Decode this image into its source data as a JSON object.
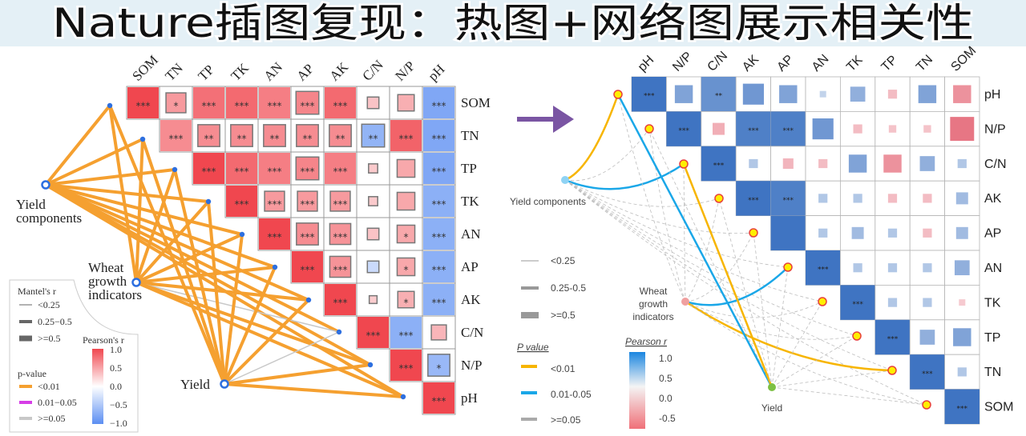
{
  "title": "Nature插图复现：热图+网络图展示相关性",
  "colors": {
    "left_pos": "#f0474f",
    "left_neg": "#5b8ef2",
    "right_pos": "#3f74c2",
    "right_neg": "#e25a6b",
    "orange": "#f5a030",
    "magenta": "#d63ee6",
    "grey": "#c8c8c8",
    "right_orange": "#f7b500",
    "right_blue": "#1aa7e8",
    "arrow": "#7a55a3",
    "overlay": "#dcecf4"
  },
  "chart_data": [
    {
      "type": "heatmap",
      "name": "left",
      "variables": [
        "SOM",
        "TN",
        "TP",
        "TK",
        "AN",
        "AP",
        "AK",
        "C/N",
        "N/P",
        "pH"
      ],
      "r": [
        [
          1,
          0.4,
          0.7,
          0.75,
          0.6,
          0.55,
          0.75,
          0.1,
          0.25,
          -0.7
        ],
        [
          0.5,
          0.5,
          0.5,
          0.5,
          0.5,
          0.5,
          -0.55,
          0.8,
          -0.7
        ],
        [
          1,
          0.75,
          0.6,
          0.55,
          0.6,
          0.05,
          0.3,
          -0.7
        ],
        [
          1,
          0.4,
          0.4,
          0.4,
          0.05,
          0.3,
          -0.6
        ],
        [
          1,
          0.5,
          0.45,
          0.1,
          0.3,
          -0.6
        ],
        [
          1,
          0.45,
          -0.1,
          0.3,
          -0.6
        ],
        [
          1,
          0.03,
          0.25,
          -0.6
        ],
        [
          1,
          -0.6,
          0.2
        ],
        [
          1,
          -0.5
        ],
        [
          1
        ]
      ],
      "stars": [
        [
          "***",
          "*",
          "***",
          "***",
          "***",
          "***",
          "***",
          "",
          "",
          "***"
        ],
        [
          "***",
          "**",
          "**",
          "**",
          "**",
          "**",
          "**",
          "***",
          "***"
        ],
        [
          "***",
          "***",
          "***",
          "***",
          "***",
          "",
          "",
          "***"
        ],
        [
          "***",
          "***",
          "***",
          "***",
          "",
          "",
          "***"
        ],
        [
          "***",
          "***",
          "***",
          "",
          "*",
          "***"
        ],
        [
          "***",
          "***",
          "",
          "*",
          "***"
        ],
        [
          "***",
          "",
          "*",
          "***"
        ],
        [
          "***",
          "***",
          ""
        ],
        [
          "***",
          "*"
        ],
        [
          "***"
        ]
      ],
      "sources": [
        {
          "label": [
            "Yield",
            "components"
          ],
          "edges_p": [
            "<0.01",
            "<0.01",
            "<0.01",
            "<0.01",
            "<0.01",
            "<0.01",
            "<0.01",
            "<0.01",
            "<0.01",
            "<0.01"
          ]
        },
        {
          "label": [
            "Wheat",
            "growth",
            "indicators"
          ],
          "edges_p": [
            "<0.01",
            "<0.01",
            "<0.01",
            "<0.01",
            "<0.01",
            "<0.01",
            "<0.01",
            ">=0.05",
            "<0.01",
            "<0.01"
          ]
        },
        {
          "label": [
            "Yield"
          ],
          "edges_p": [
            "<0.01",
            "<0.01",
            "<0.01",
            "<0.01",
            "<0.01",
            "<0.01",
            "<0.01",
            ">=0.05",
            "<0.01",
            "<0.01"
          ]
        }
      ],
      "legend": {
        "mantel_title": "Mantel's r",
        "mantel_items": [
          "<0.25",
          "0.25−0.5",
          ">=0.5"
        ],
        "p_title": "p-value",
        "p_items": [
          "<0.01",
          "0.01−0.05",
          ">=0.05"
        ],
        "pearson_title": "Pearson's r",
        "pearson_ticks": [
          "1.0",
          "0.5",
          "0.0",
          "−0.5",
          "−1.0"
        ]
      }
    },
    {
      "type": "heatmap",
      "name": "right",
      "variables": [
        "pH",
        "N/P",
        "C/N",
        "AK",
        "AP",
        "AN",
        "TK",
        "TP",
        "TN",
        "SOM"
      ],
      "r": [
        [
          1,
          0.6,
          0.75,
          0.7,
          0.6,
          0.2,
          0.5,
          -0.3,
          0.6,
          -0.6
        ],
        [
          1,
          -0.4,
          0.9,
          0.9,
          0.7,
          -0.3,
          -0.25,
          -0.25,
          -0.8
        ],
        [
          1,
          0.3,
          -0.35,
          -0.3,
          0.6,
          -0.6,
          0.5,
          0.3
        ],
        [
          1,
          0.9,
          0.3,
          0.3,
          -0.3,
          -0.3,
          0.4
        ],
        [
          1,
          0.3,
          0.4,
          0.3,
          -0.3,
          0.4
        ],
        [
          1,
          0.3,
          0.3,
          0.3,
          0.5
        ],
        [
          1,
          0.3,
          0.3,
          -0.2
        ],
        [
          1,
          0.5,
          0.6
        ],
        [
          1,
          0.3
        ],
        [
          1
        ]
      ],
      "stars": [
        [
          "***",
          "",
          "**",
          "",
          "",
          "",
          "",
          "",
          "",
          ""
        ],
        [
          "***",
          "",
          "***",
          "***",
          "",
          "",
          "",
          "",
          ""
        ],
        [
          "***",
          "",
          "",
          "",
          "",
          "",
          "",
          ""
        ],
        [
          "***",
          "***",
          "",
          "",
          "",
          "",
          ""
        ],
        [
          "",
          "",
          "",
          "",
          "",
          ""
        ],
        [
          "***",
          "",
          "",
          "",
          ""
        ],
        [
          "***",
          "",
          "",
          ""
        ],
        [
          "***",
          "",
          ""
        ],
        [
          "***",
          ""
        ],
        [
          "***"
        ]
      ],
      "sources": [
        {
          "label": [
            "Yield components"
          ],
          "edges_p": [
            "<0.01",
            ">=0.05",
            "0.01-0.05",
            ">=0.05",
            ">=0.05",
            ">=0.05",
            ">=0.05",
            ">=0.05",
            ">=0.05",
            ">=0.05"
          ]
        },
        {
          "label": [
            "Wheat",
            "growth",
            "indicators"
          ],
          "edges_p": [
            ">=0.05",
            ">=0.05",
            ">=0.05",
            ">=0.05",
            ">=0.05",
            "0.01-0.05",
            ">=0.05",
            ">=0.05",
            "<0.01",
            ">=0.05"
          ]
        },
        {
          "label": [
            "Yield"
          ],
          "edges_p": [
            "0.01-0.05",
            ">=0.05",
            "<0.01",
            ">=0.05",
            ">=0.05",
            ">=0.05",
            ">=0.05",
            ">=0.05",
            ">=0.05",
            ">=0.05"
          ]
        }
      ],
      "legend": {
        "mantel_items": [
          "<0.25",
          "0.25-0.5",
          ">=0.5"
        ],
        "p_title": "P value",
        "p_items": [
          "<0.01",
          "0.01-0.05",
          ">=0.05"
        ],
        "pearson_title": "Pearson r",
        "pearson_ticks": [
          "1.0",
          "0.5",
          "0.0",
          "-0.5"
        ]
      }
    }
  ]
}
